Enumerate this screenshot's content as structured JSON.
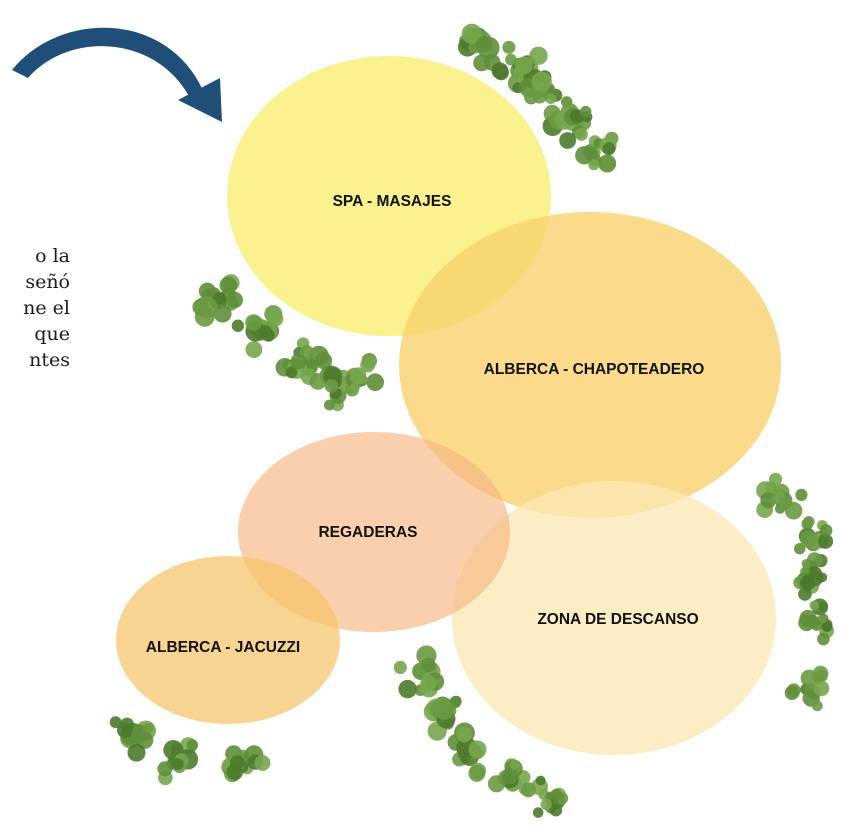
{
  "side_text": {
    "lines": [
      "o la",
      "señó",
      "ne el",
      "que",
      "ntes"
    ]
  },
  "zones": [
    {
      "label": "SPA - MASAJES",
      "color": "#f9f07a"
    },
    {
      "label": "ALBERCA - CHAPOTEADERO",
      "color": "#f7d16a"
    },
    {
      "label": "REGADERAS",
      "color": "#f6b582"
    },
    {
      "label": "ZONA DE DESCANSO",
      "color": "#fbe8b4"
    },
    {
      "label": "ALBERCA - JACUZZI",
      "color": "#f5c46a"
    }
  ],
  "colors": {
    "arrow": "#1f4e79",
    "foliage": "#5f8f3a"
  },
  "icons": [
    "curved-arrow-icon",
    "tree-cluster-icon"
  ]
}
